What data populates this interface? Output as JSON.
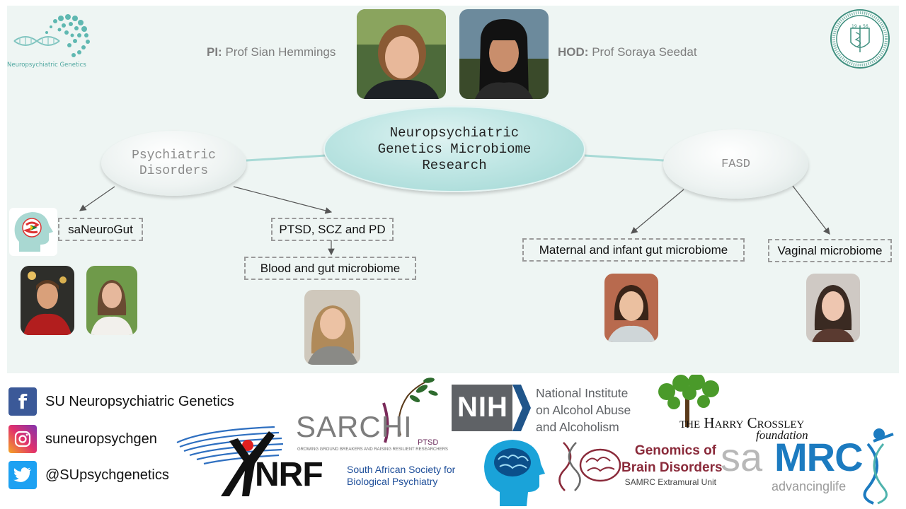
{
  "header": {
    "pi_prefix": "PI:",
    "pi_name": "Prof Sian Hemmings",
    "hod_prefix": "HOD:",
    "hod_name": "Prof Soraya Seedat"
  },
  "logo": {
    "lab_name": "Neuropsychiatric Genetics",
    "seal_year_left": "19",
    "seal_year_right": "56"
  },
  "diagram": {
    "center_node": [
      "Neuropsychiatric",
      "Genetics Microbiome",
      "Research"
    ],
    "left_node": [
      "Psychiatric",
      "Disorders"
    ],
    "right_node": "FASD",
    "boxes": {
      "saneurogut": "saNeuroGut",
      "ptsd": "PTSD, SCZ and PD",
      "blood_gut": "Blood and gut microbiome",
      "maternal": "Maternal and infant gut microbiome",
      "vaginal": "Vaginal microbiome"
    }
  },
  "social": {
    "facebook": "SU Neuropsychiatric Genetics",
    "instagram": "suneuropsychgen",
    "twitter": "@SUpsychgenetics"
  },
  "sponsors": {
    "nrf": "NRF",
    "sarchi_main": "SARCHI",
    "sarchi_tag": "PTSD",
    "sarchi_sub": "GROWING GROUND BREAKERS AND RAISING RESILIENT RESEARCHERS",
    "sasbp": [
      "South African Society for",
      "Biological Psychiatry"
    ],
    "nih_acronym": "NIH",
    "nih_name": [
      "National Institute",
      "on Alcohol Abuse",
      "and Alcoholism"
    ],
    "crossley": [
      "the Harry Crossley",
      "foundation"
    ],
    "gbd": [
      "Genomics of",
      "Brain Disorders",
      "SAMRC Extramural Unit"
    ],
    "samrc_sa": "sa",
    "samrc_mrc": "MRC",
    "samrc_tag": "advancinglife"
  },
  "colors": {
    "panel_bg": "#eef5f3",
    "teal_accent": "#4fb3ad",
    "connector": "#a8dad6",
    "facebook": "#3b5998",
    "twitter": "#1da1f2",
    "nih_blue": "#20558a",
    "samrc_blue": "#1c7bc0"
  }
}
